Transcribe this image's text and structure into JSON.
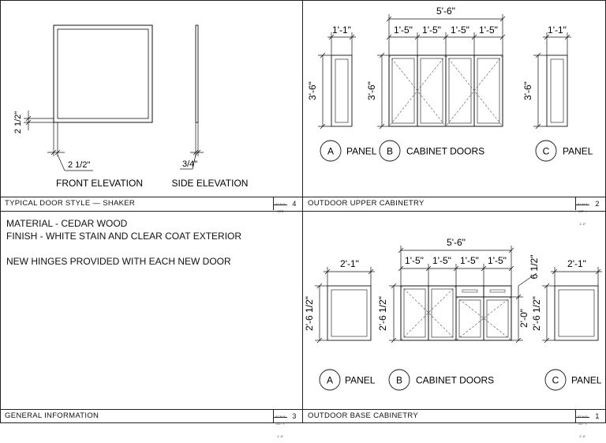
{
  "panels": {
    "door_style": {
      "title": "TYPICAL DOOR STYLE — SHAKER",
      "scale_label": "SCALE",
      "scale_value": "NTS",
      "number": "4"
    },
    "upper": {
      "title": "OUTDOOR UPPER CABINETRY",
      "scale_label": "SCALE",
      "scale_value": "1/2\" = 1'-0\"",
      "number": "2"
    },
    "general": {
      "title": "GENERAL  INFORMATION",
      "scale_label": "SCALE",
      "scale_value": "1/2\" = 1'-0\"",
      "number": "3"
    },
    "base": {
      "title": "OUTDOOR BASE CABINETRY",
      "scale_label": "SCALE",
      "scale_value": "1/2\" = 1'-0\"",
      "number": "1"
    }
  },
  "door_style": {
    "front_label": "FRONT ELEVATION",
    "side_label": "SIDE ELEVATION",
    "dim_rail": "2 1/2\"",
    "dim_stile": "2 1/2\"",
    "dim_thickness": "3/4\""
  },
  "upper": {
    "overall_width": "5'-6\"",
    "door_widths": [
      "1'-5\"",
      "1'-5\"",
      "1'-5\"",
      "1'-5\""
    ],
    "panel_width": "1'-1\"",
    "height": "3'-6\"",
    "tag_a": "A",
    "label_a": "PANEL",
    "tag_b": "B",
    "label_b": "CABINET DOORS",
    "tag_c": "C",
    "label_c": "PANEL"
  },
  "base": {
    "overall_width": "5'-6\"",
    "door_widths": [
      "1'-5\"",
      "1'-5\"",
      "1'-5\"",
      "1'-5\""
    ],
    "panel_width": "2'-1\"",
    "height": "2'-6 1/2\"",
    "drawer_height": "6 1/2\"",
    "door_height": "2'-0\"",
    "tag_a": "A",
    "label_a": "PANEL",
    "tag_b": "B",
    "label_b": "CABINET DOORS",
    "tag_c": "C",
    "label_c": "PANEL"
  },
  "general": {
    "notes": [
      "MATERIAL - CEDAR WOOD",
      "FINISH - WHITE STAIN AND CLEAR COAT EXTERIOR",
      "",
      "NEW HINGES PROVIDED WITH EACH NEW DOOR"
    ]
  }
}
